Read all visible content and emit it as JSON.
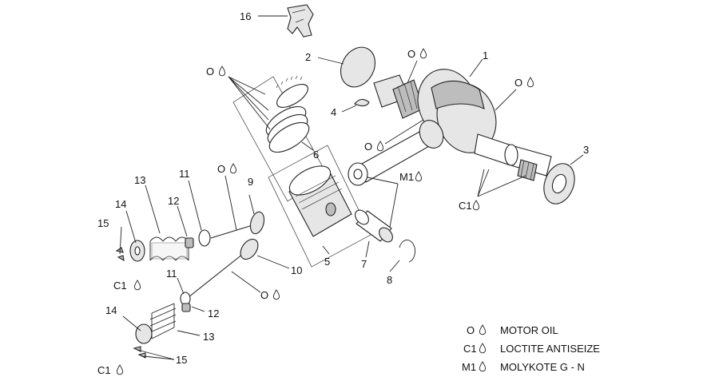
{
  "callouts": {
    "c1": "1",
    "c2": "2",
    "c3": "3",
    "c4": "4",
    "c5": "5",
    "c6": "6",
    "c7": "7",
    "c8": "8",
    "c9": "9",
    "c10": "10",
    "c11a": "11",
    "c11b": "11",
    "c12a": "12",
    "c12b": "12",
    "c13a": "13",
    "c13b": "13",
    "c14a": "14",
    "c14b": "14",
    "c15a": "15",
    "c15b": "15",
    "c16": "16"
  },
  "symbols": {
    "oil": "O",
    "loctite": "C1",
    "molykote": "M1"
  },
  "legend": {
    "oil_label": "MOTOR OIL",
    "loctite_label": "LOCTITE ANTISEIZE",
    "molykote_label": "MOLYKOTE G - N"
  },
  "colors": {
    "line": "#222222",
    "metal_light": "#e6e6e6",
    "metal_dark": "#bdbdbd",
    "background": "#ffffff"
  }
}
